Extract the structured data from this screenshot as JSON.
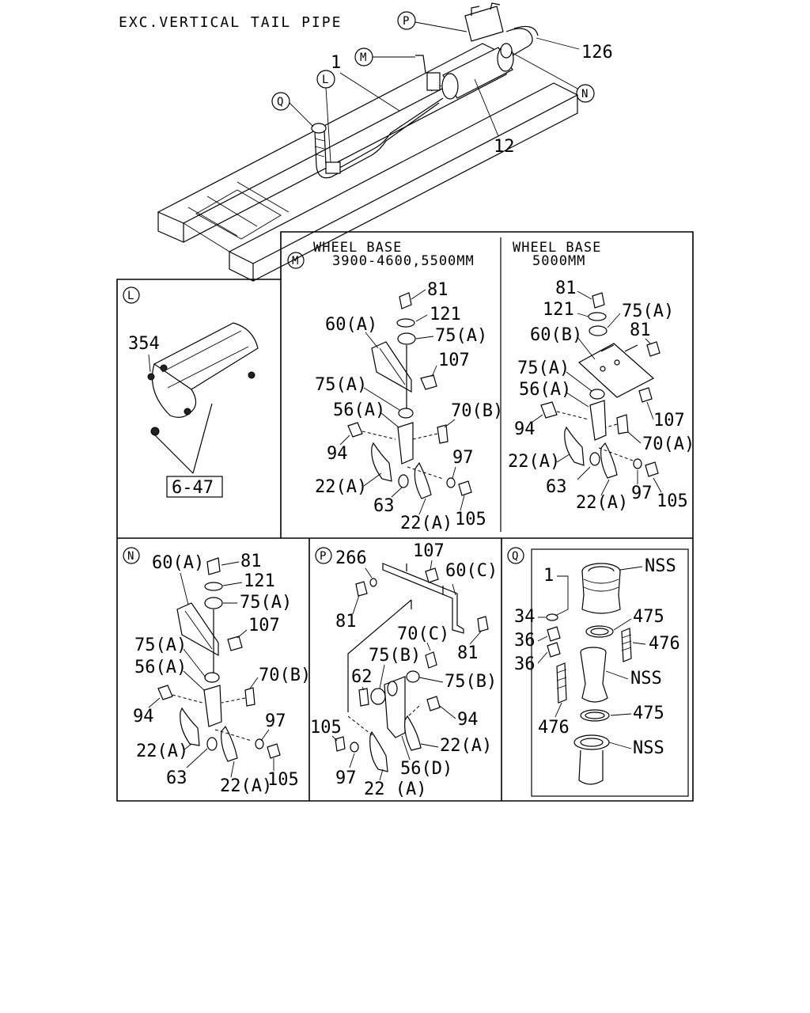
{
  "title": "EXC.VERTICAL TAIL PIPE",
  "overview": {
    "callouts": [
      "P",
      "M",
      "L",
      "Q",
      "N"
    ],
    "labels": [
      "126",
      "1",
      "12"
    ]
  },
  "panels": {
    "L": {
      "marker": "L",
      "labels": [
        "354"
      ],
      "ref_box": "6-47"
    },
    "M": {
      "marker": "M",
      "wb1_title": "WHEEL BASE",
      "wb1_sub": "3900-4600,5500MM",
      "wb2_title": "WHEEL BASE",
      "wb2_sub": "5000MM",
      "left_labels": [
        "81",
        "121",
        "60(A)",
        "75(A)",
        "107",
        "75(A)",
        "56(A)",
        "70(B)",
        "94",
        "97",
        "22(A)",
        "63",
        "22(A)",
        "105"
      ],
      "right_labels": [
        "81",
        "121",
        "75(A)",
        "81",
        "60(B)",
        "75(A)",
        "56(A)",
        "107",
        "94",
        "70(A)",
        "22(A)",
        "63",
        "22(A)",
        "97",
        "105"
      ]
    },
    "N": {
      "marker": "N",
      "labels": [
        "60(A)",
        "81",
        "121",
        "75(A)",
        "107",
        "75(A)",
        "56(A)",
        "70(B)",
        "94",
        "97",
        "22(A)",
        "63",
        "22(A)",
        "105"
      ]
    },
    "P": {
      "marker": "P",
      "labels": [
        "266",
        "107",
        "60(C)",
        "81",
        "81",
        "70(C)",
        "75(B)",
        "75(B)",
        "62",
        "94",
        "22(A)",
        "105",
        "97",
        "56(D)",
        "22 (A)"
      ]
    },
    "Q": {
      "marker": "Q",
      "labels": [
        "1",
        "NSS",
        "34",
        "475",
        "36",
        "476",
        "36",
        "NSS",
        "475",
        "476",
        "NSS"
      ]
    }
  }
}
